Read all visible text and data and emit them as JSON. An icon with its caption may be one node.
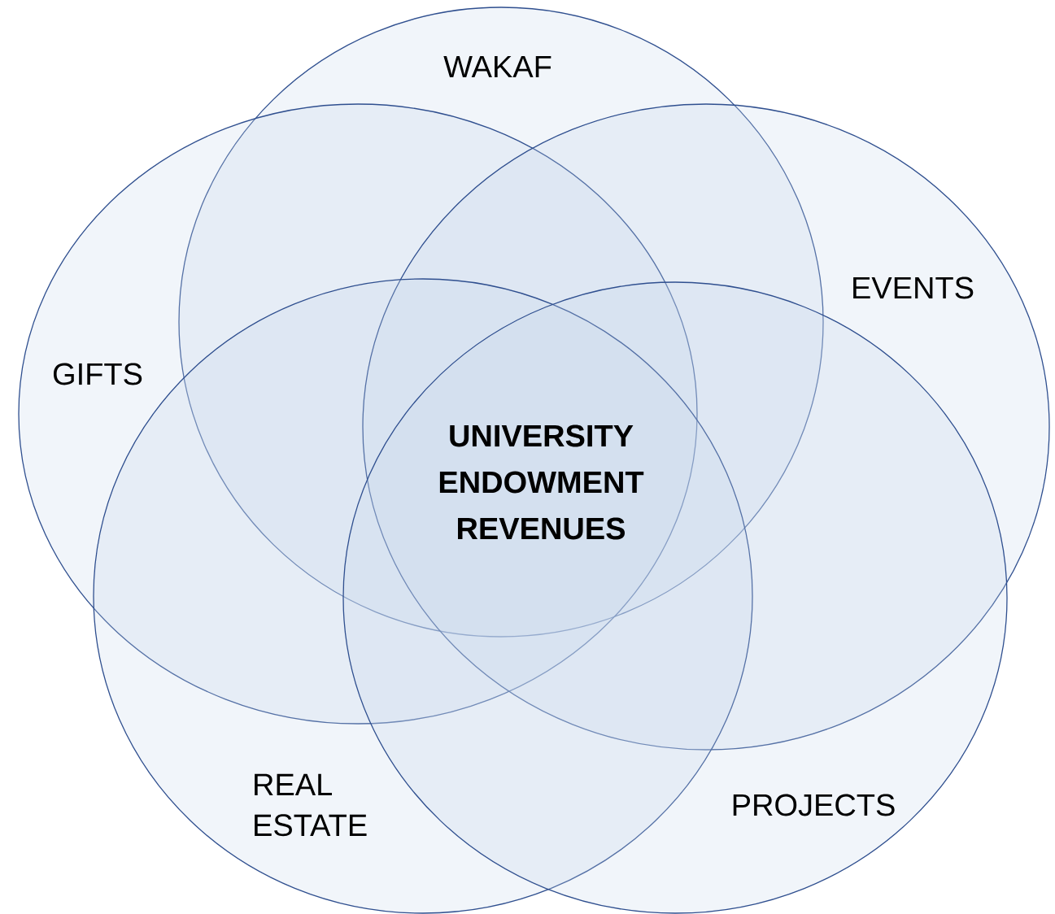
{
  "diagram": {
    "nodes": [
      {
        "text": [
          "WAKAF"
        ]
      },
      {
        "text": [
          "GIFTS"
        ]
      },
      {
        "text": [
          "EVENTS"
        ]
      },
      {
        "text": [
          "REAL ESTATE"
        ]
      },
      {
        "text": [
          "PROJECTS"
        ]
      }
    ],
    "labels": [
      "UNIVERSITY ENDOWMENT REVENUES"
    ]
  }
}
